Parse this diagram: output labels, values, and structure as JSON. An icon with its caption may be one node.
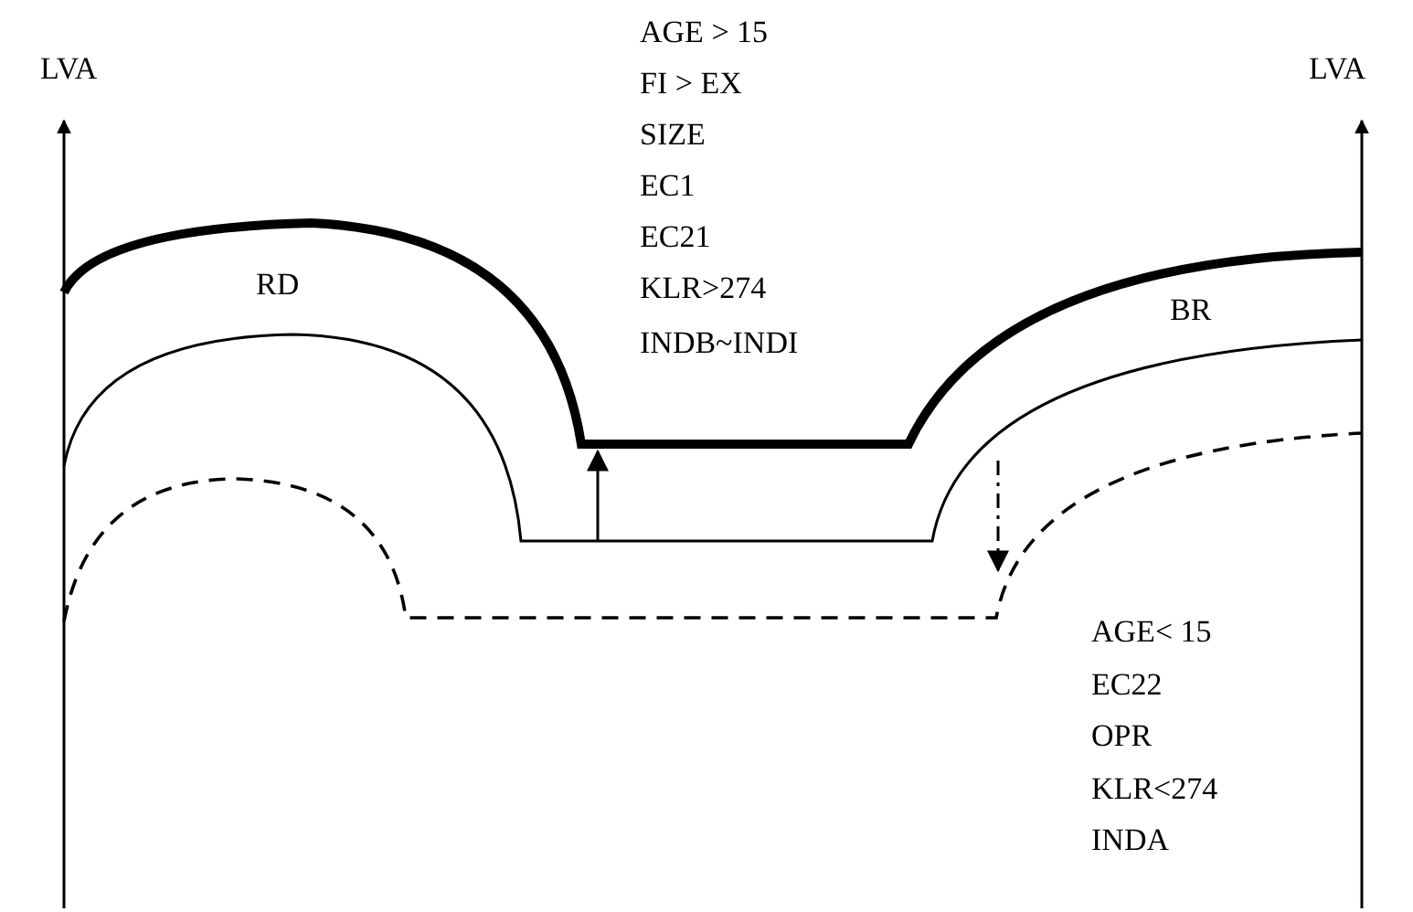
{
  "diagram": {
    "labels": [
      "LVA",
      "AGE > 15",
      "FI > EX",
      "SIZE",
      "EC1",
      "EC21",
      "KLR>274",
      "INDB~INDI",
      "LVA",
      "RD",
      "BR",
      "AGE< 15",
      "EC22",
      "OPR",
      "KLR<274",
      "INDA"
    ]
  }
}
